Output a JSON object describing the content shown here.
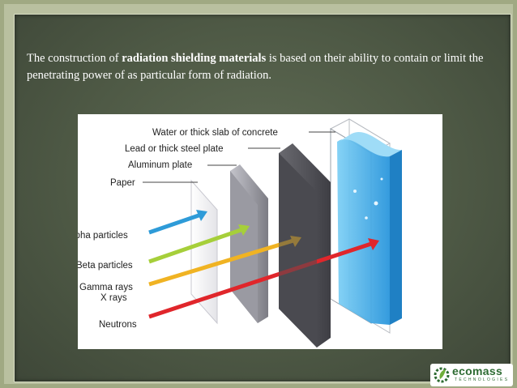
{
  "slide": {
    "caption_before": "The construction of ",
    "caption_bold": "radiation shielding materials",
    "caption_after": " is based on their ability to contain or limit the penetrating power of as particular form of radiation."
  },
  "figure": {
    "shields": {
      "water": "Water or thick slab of concrete",
      "lead": "Lead or thick steel plate",
      "aluminum": "Aluminum plate",
      "paper": "Paper"
    },
    "radiation": {
      "alpha": "lpha particles",
      "beta": "Beta particles",
      "gamma": "Gamma rays",
      "xray": "X rays",
      "neutrons": "Neutrons"
    },
    "colors": {
      "alpha": "#2e9bd8",
      "beta": "#a6cf3a",
      "gamma": "#f0b323",
      "neutrons": "#e0262b",
      "water": "#3aa9e8",
      "lead": "#505056",
      "aluminum": "#8e8e96"
    }
  },
  "logo": {
    "name": "ecomass",
    "tagline": "TECHNOLOGIES"
  }
}
